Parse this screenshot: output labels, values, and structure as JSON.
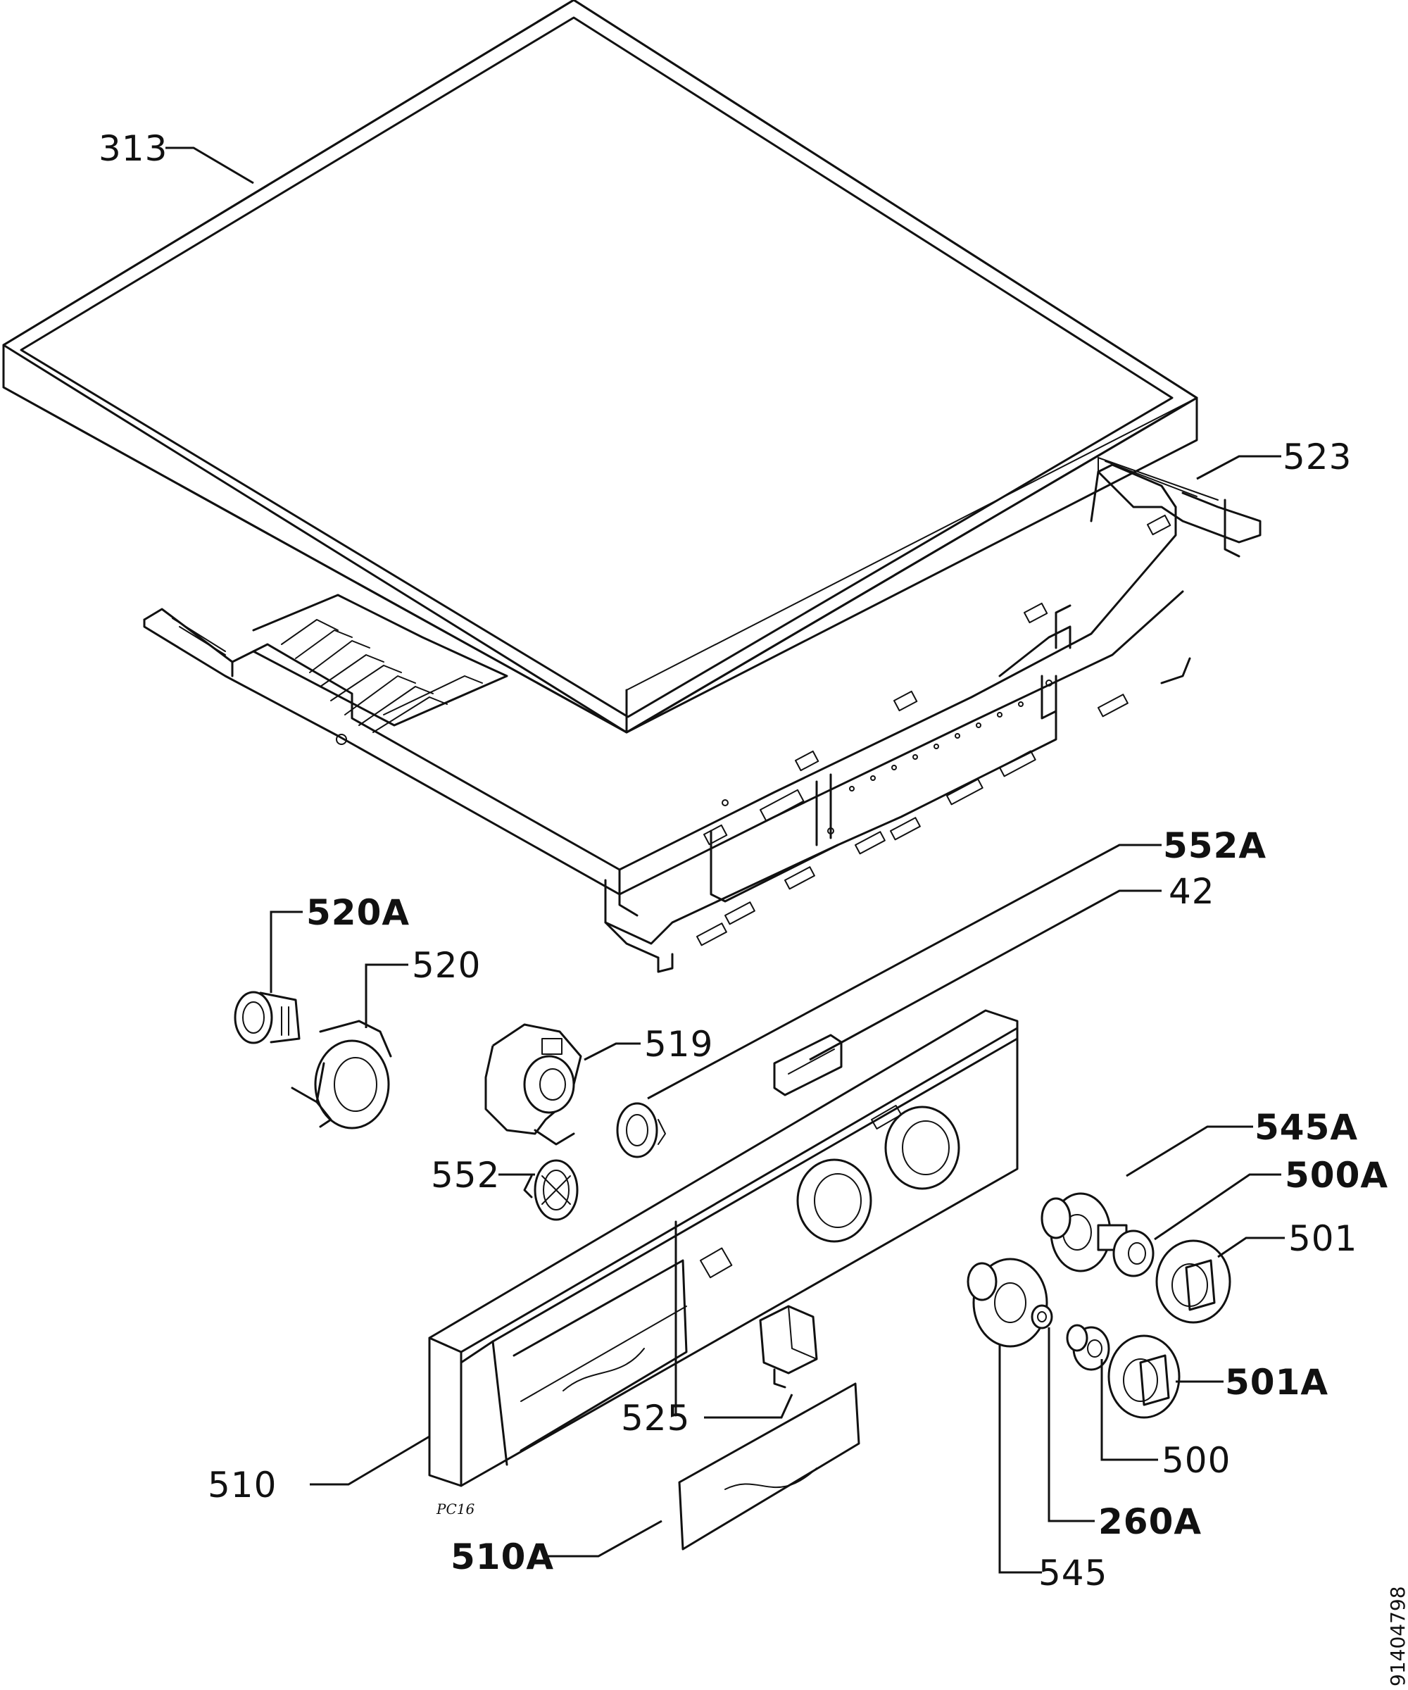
{
  "parts": [
    {
      "id": "lid",
      "label": "313",
      "name": "lid-313"
    },
    {
      "id": "frame",
      "label": "523",
      "name": "frame-523"
    },
    {
      "id": "p552a",
      "label": "552A",
      "name": "ring-552a"
    },
    {
      "id": "p42",
      "label": "42",
      "name": "part-42"
    },
    {
      "id": "p520a",
      "label": "520A",
      "name": "lamp-520a"
    },
    {
      "id": "p520",
      "label": "520",
      "name": "holder-520"
    },
    {
      "id": "p519",
      "label": "519",
      "name": "bracket-519"
    },
    {
      "id": "p552",
      "label": "552",
      "name": "lens-552"
    },
    {
      "id": "p545a",
      "label": "545A",
      "name": "flange-545a"
    },
    {
      "id": "p500a",
      "label": "500A",
      "name": "adapter-500a"
    },
    {
      "id": "p501",
      "label": "501",
      "name": "knob-501"
    },
    {
      "id": "p501a",
      "label": "501A",
      "name": "knob-501a"
    },
    {
      "id": "p500",
      "label": "500",
      "name": "adapter-500"
    },
    {
      "id": "p260a",
      "label": "260A",
      "name": "spring-260a"
    },
    {
      "id": "p545",
      "label": "545",
      "name": "flange-545"
    },
    {
      "id": "p525",
      "label": "525",
      "name": "switch-525"
    },
    {
      "id": "p510",
      "label": "510",
      "name": "panel-510"
    },
    {
      "id": "p510a",
      "label": "510A",
      "name": "cover-510a"
    }
  ],
  "stamp": "PC16",
  "doc_number": "91404798"
}
